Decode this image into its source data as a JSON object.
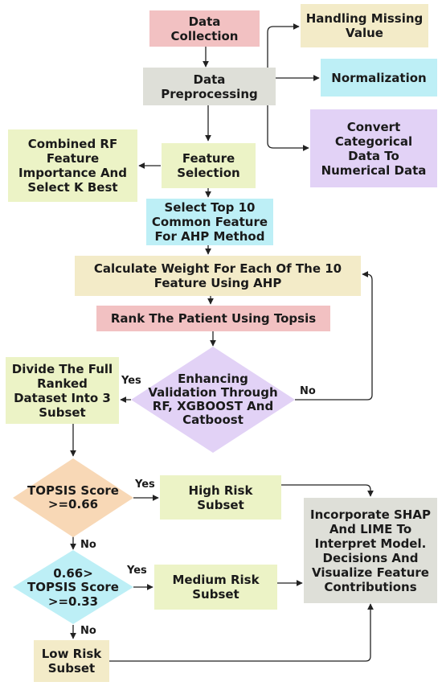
{
  "colors": {
    "pink": "#f2c1c2",
    "yellow": "#f3ebc8",
    "grey": "#dedfd8",
    "cyan": "#bdeff6",
    "lavender": "#e2d2f6",
    "lime": "#ecf3c6",
    "peach": "#f8d8b6",
    "line": "#222222"
  },
  "nodes": {
    "data_collection": "Data\nCollection",
    "handling_missing": "Handling Missing\nValue",
    "data_preprocessing": "Data\nPreprocessing",
    "normalization": "Normalization",
    "convert_categorical": "Convert\nCategorical\nData To\nNumerical Data",
    "combined_rf": "Combined RF\nFeature\nImportance And\nSelect K Best",
    "feature_selection": "Feature\nSelection",
    "select_top10": "Select Top 10\nCommon Feature\nFor AHP Method",
    "calculate_weight": "Calculate Weight For Each Of The 10\nFeature Using AHP",
    "rank_patient": "Rank The Patient Using Topsis",
    "enhancing_validation": "Enhancing\nValidation Through\nRF, XGBOOST And\nCatboost",
    "divide_dataset": "Divide The Full\nRanked\nDataset Into 3\nSubset",
    "topsis_high": "TOPSIS Score\n>=0.66",
    "high_risk": "High Risk\nSubset",
    "topsis_medium": "0.66>\nTOPSIS Score\n>=0.33",
    "medium_risk": "Medium Risk\nSubset",
    "low_risk": "Low Risk\nSubset",
    "incorporate_shap": "Incorporate SHAP\nAnd LIME To\nInterpret Model.\nDecisions And\nVisualize Feature\nContributions"
  },
  "edge_labels": {
    "yes_validation": "Yes",
    "no_validation": "No",
    "yes_high": "Yes",
    "no_high": "No",
    "yes_medium": "Yes",
    "no_medium": "No"
  }
}
